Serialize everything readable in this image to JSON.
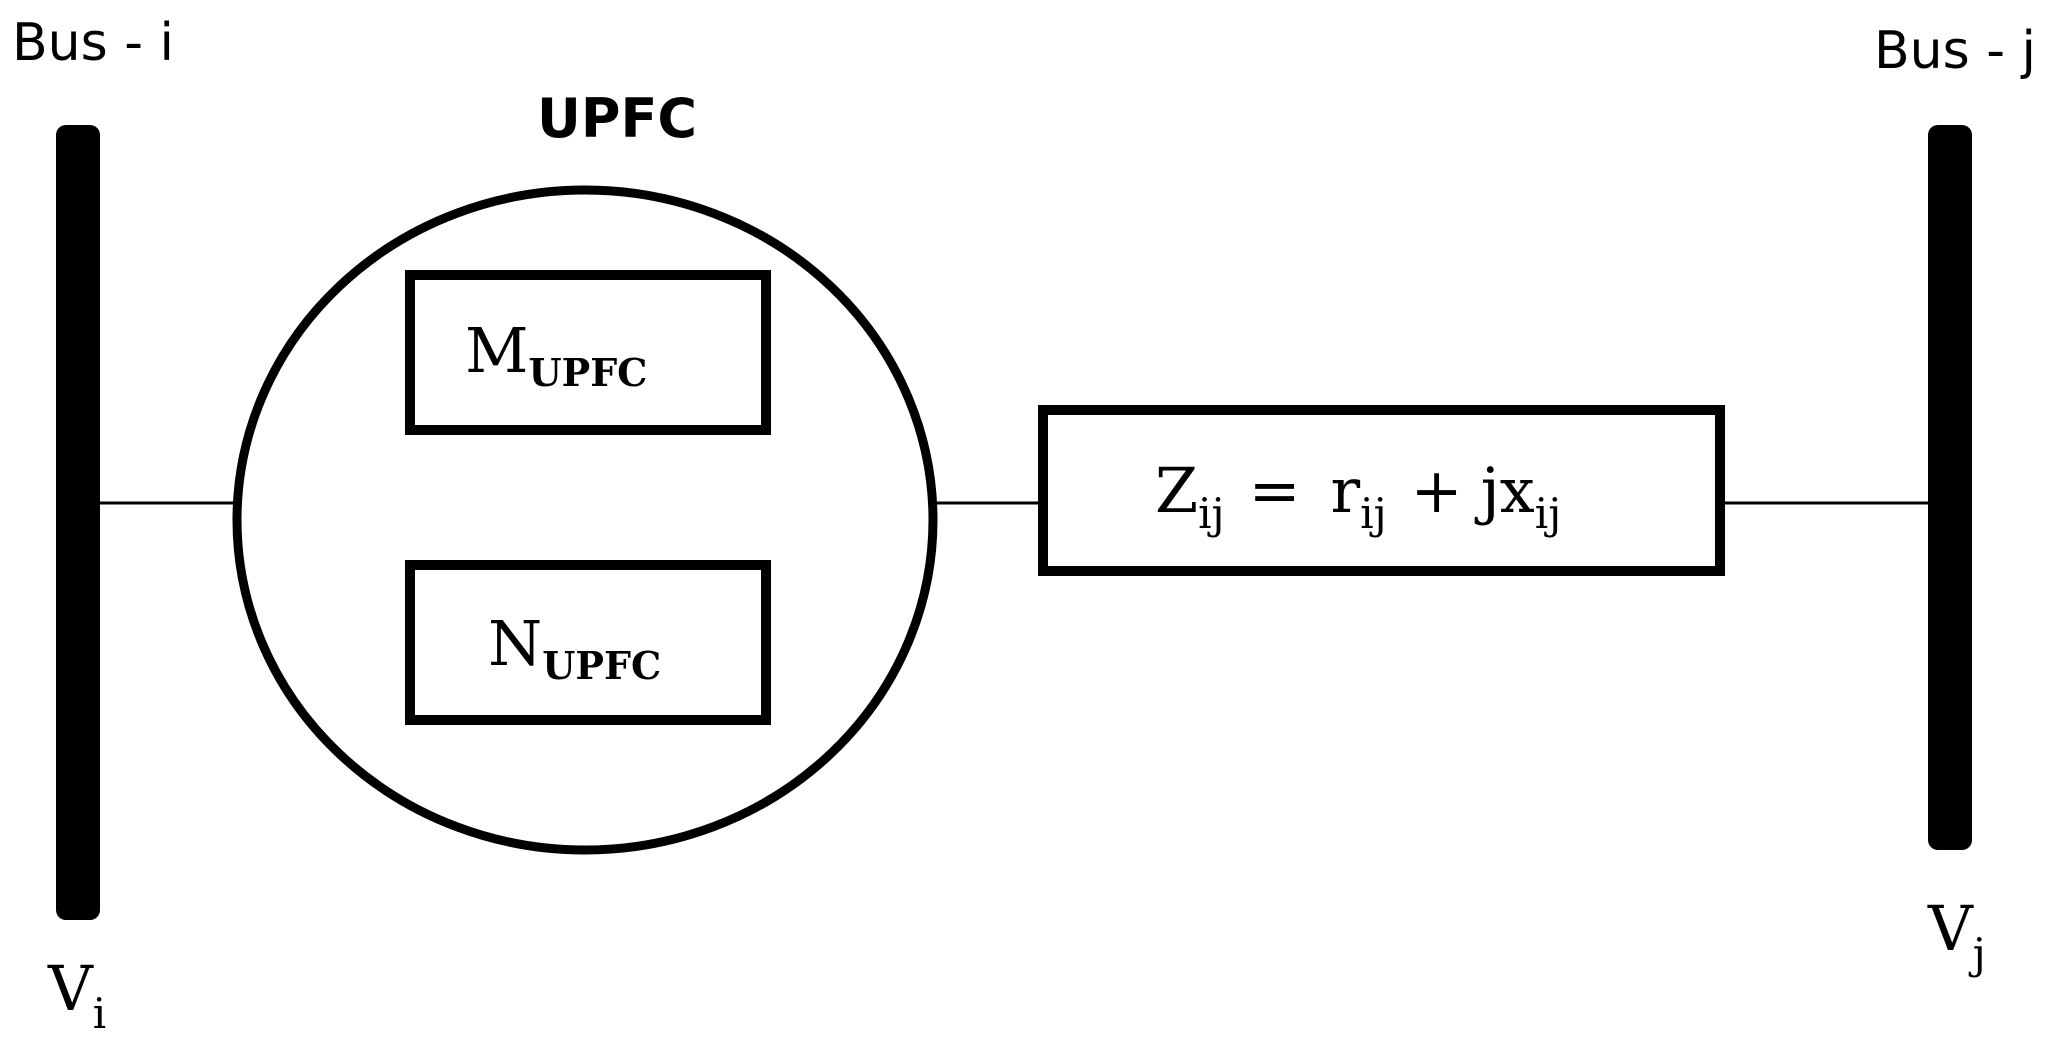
{
  "diagram": {
    "bus_i": {
      "label": "Bus - i",
      "voltage_symbol": "V",
      "voltage_subscript": "i"
    },
    "bus_j": {
      "label": "Bus - j",
      "voltage_symbol": "V",
      "voltage_subscript": "j"
    },
    "upfc": {
      "title": "UPFC",
      "block_m": {
        "symbol": "M",
        "subscript": "UPFC"
      },
      "block_n": {
        "symbol": "N",
        "subscript": "UPFC"
      }
    },
    "impedance": {
      "z_symbol": "Z",
      "z_subscript": "ij",
      "equals": "=",
      "r_symbol": "r",
      "r_subscript": "ij",
      "plus": "+",
      "jx_symbol": "jx",
      "x_subscript": "ij"
    }
  }
}
